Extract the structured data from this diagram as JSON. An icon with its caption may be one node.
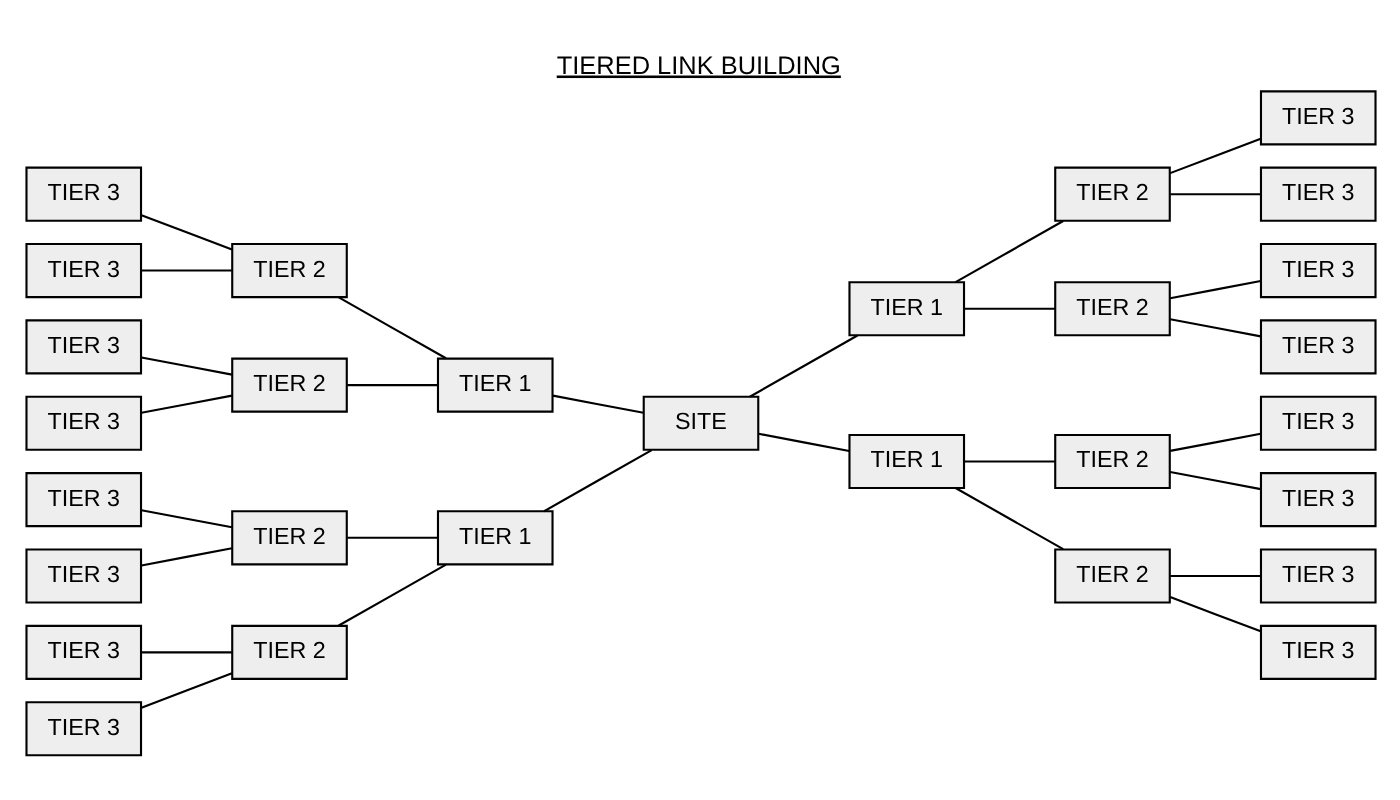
{
  "diagram": {
    "title": "TIERED LINK BUILDING",
    "nodes": [
      {
        "text": [
          "SITE"
        ]
      },
      {
        "text": [
          "TIER 1"
        ]
      },
      {
        "text": [
          "TIER 1"
        ]
      },
      {
        "text": [
          "TIER 1"
        ]
      },
      {
        "text": [
          "TIER 1"
        ]
      },
      {
        "text": [
          "TIER 2"
        ]
      },
      {
        "text": [
          "TIER 2"
        ]
      },
      {
        "text": [
          "TIER 2"
        ]
      },
      {
        "text": [
          "TIER 2"
        ]
      },
      {
        "text": [
          "TIER 2"
        ]
      },
      {
        "text": [
          "TIER 2"
        ]
      },
      {
        "text": [
          "TIER 2"
        ]
      },
      {
        "text": [
          "TIER 2"
        ]
      },
      {
        "text": [
          "TIER 3"
        ]
      },
      {
        "text": [
          "TIER 3"
        ]
      },
      {
        "text": [
          "TIER 3"
        ]
      },
      {
        "text": [
          "TIER 3"
        ]
      },
      {
        "text": [
          "TIER 3"
        ]
      },
      {
        "text": [
          "TIER 3"
        ]
      },
      {
        "text": [
          "TIER 3"
        ]
      },
      {
        "text": [
          "TIER 3"
        ]
      },
      {
        "text": [
          "TIER 3"
        ]
      },
      {
        "text": [
          "TIER 3"
        ]
      },
      {
        "text": [
          "TIER 3"
        ]
      },
      {
        "text": [
          "TIER 3"
        ]
      },
      {
        "text": [
          "TIER 3"
        ]
      },
      {
        "text": [
          "TIER 3"
        ]
      },
      {
        "text": [
          "TIER 3"
        ]
      },
      {
        "text": [
          "TIER 3"
        ]
      }
    ],
    "edges": [
      {
        "from": 1,
        "to": 0,
        "arrow": "none"
      },
      {
        "from": 2,
        "to": 0,
        "arrow": "none"
      },
      {
        "from": 0,
        "to": 3,
        "arrow": "none"
      },
      {
        "from": 0,
        "to": 4,
        "arrow": "none"
      },
      {
        "from": 5,
        "to": 1,
        "arrow": "none"
      },
      {
        "from": 6,
        "to": 1,
        "arrow": "none"
      },
      {
        "from": 7,
        "to": 2,
        "arrow": "none"
      },
      {
        "from": 8,
        "to": 2,
        "arrow": "none"
      },
      {
        "from": 3,
        "to": 9,
        "arrow": "none"
      },
      {
        "from": 3,
        "to": 10,
        "arrow": "none"
      },
      {
        "from": 4,
        "to": 11,
        "arrow": "none"
      },
      {
        "from": 4,
        "to": 12,
        "arrow": "none"
      },
      {
        "from": 13,
        "to": 5,
        "arrow": "none"
      },
      {
        "from": 14,
        "to": 5,
        "arrow": "none"
      },
      {
        "from": 15,
        "to": 6,
        "arrow": "none"
      },
      {
        "from": 16,
        "to": 6,
        "arrow": "none"
      },
      {
        "from": 17,
        "to": 7,
        "arrow": "none"
      },
      {
        "from": 18,
        "to": 7,
        "arrow": "none"
      },
      {
        "from": 19,
        "to": 8,
        "arrow": "none"
      },
      {
        "from": 20,
        "to": 8,
        "arrow": "none"
      },
      {
        "from": 9,
        "to": 21,
        "arrow": "none"
      },
      {
        "from": 9,
        "to": 22,
        "arrow": "none"
      },
      {
        "from": 10,
        "to": 23,
        "arrow": "none"
      },
      {
        "from": 10,
        "to": 24,
        "arrow": "none"
      },
      {
        "from": 11,
        "to": 25,
        "arrow": "none"
      },
      {
        "from": 11,
        "to": 26,
        "arrow": "none"
      },
      {
        "from": 12,
        "to": 27,
        "arrow": "none"
      },
      {
        "from": 12,
        "to": 28,
        "arrow": "none"
      }
    ]
  }
}
